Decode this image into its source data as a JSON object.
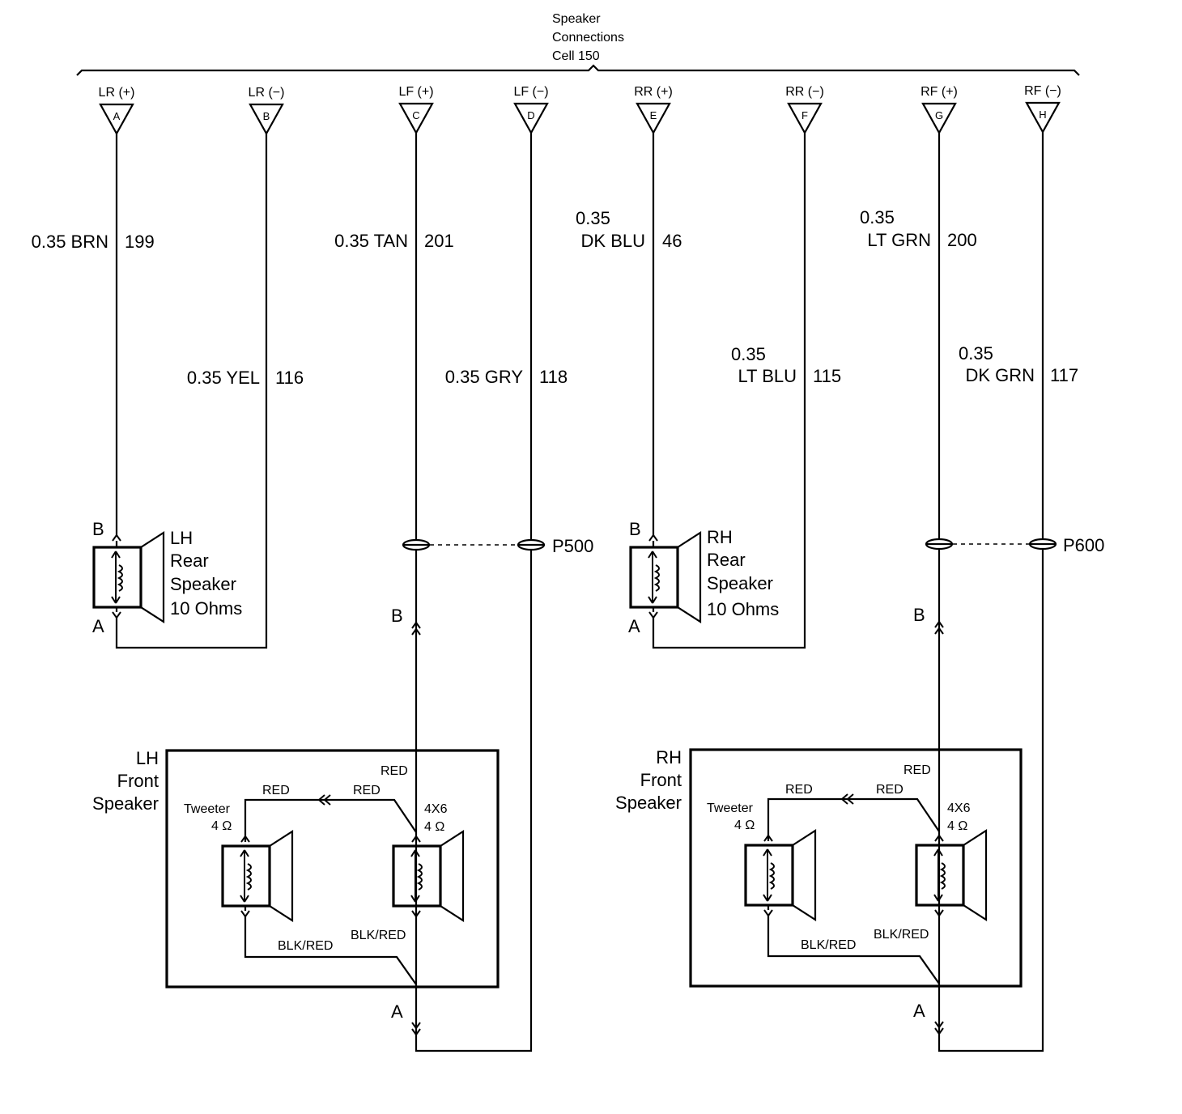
{
  "header": {
    "line1": "Speaker",
    "line2": "Connections",
    "line3": "Cell 150"
  },
  "terminals": [
    {
      "label": "LR (+)",
      "pin": "A"
    },
    {
      "label": "LR (−)",
      "pin": "B"
    },
    {
      "label": "LF (+)",
      "pin": "C"
    },
    {
      "label": "LF (−)",
      "pin": "D"
    },
    {
      "label": "RR (+)",
      "pin": "E"
    },
    {
      "label": "RR (−)",
      "pin": "F"
    },
    {
      "label": "RF (+)",
      "pin": "G"
    },
    {
      "label": "RF (−)",
      "pin": "H"
    }
  ],
  "wires": {
    "lr_pos": {
      "color": "0.35 BRN",
      "circuit": "199"
    },
    "lr_neg": {
      "color": "0.35 YEL",
      "circuit": "116"
    },
    "lf_pos": {
      "color": "0.35 TAN",
      "circuit": "201"
    },
    "lf_neg": {
      "color": "0.35 GRY",
      "circuit": "118"
    },
    "rr_pos": {
      "gauge": "0.35",
      "color": "DK BLU",
      "circuit": "46"
    },
    "rr_neg": {
      "gauge": "0.35",
      "color": "LT BLU",
      "circuit": "115"
    },
    "rf_pos": {
      "gauge": "0.35",
      "color": "LT GRN",
      "circuit": "200"
    },
    "rf_neg": {
      "gauge": "0.35",
      "color": "DK GRN",
      "circuit": "117"
    }
  },
  "connectors": {
    "left": "P500",
    "right": "P600"
  },
  "rear_speakers": {
    "lh": {
      "line1": "LH",
      "line2": "Rear",
      "line3": "Speaker",
      "line4": "10 Ohms",
      "pin_top": "B",
      "pin_bottom": "A"
    },
    "rh": {
      "line1": "RH",
      "line2": "Rear",
      "line3": "Speaker",
      "line4": "10 Ohms",
      "pin_top": "B",
      "pin_bottom": "A"
    }
  },
  "front_speakers": {
    "lh": {
      "line1": "LH",
      "line2": "Front",
      "line3": "Speaker"
    },
    "rh": {
      "line1": "RH",
      "line2": "Front",
      "line3": "Speaker"
    }
  },
  "front_common": {
    "pin_b": "B",
    "pin_a": "A",
    "red": "RED",
    "blkred": "BLK/RED",
    "tweeter": "Tweeter",
    "tweeter_ohm": "4 Ω",
    "woofer": "4X6",
    "woofer_ohm": "4 Ω"
  }
}
